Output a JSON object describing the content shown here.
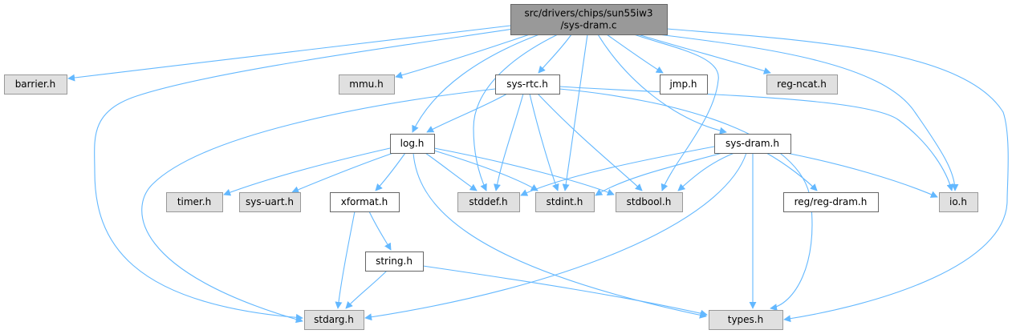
{
  "diagram": {
    "type": "include-dependency-graph",
    "colors": {
      "edge": "#63b8ff",
      "root_fill": "#999999",
      "root_border": "#666666",
      "documented_fill": "#ffffff",
      "documented_border": "#666666",
      "external_fill": "#e0e0e0",
      "external_border": "#999999"
    },
    "nodes": [
      {
        "id": "root",
        "label_lines": [
          "src/drivers/chips/sun55iw3",
          "/sys-dram.c"
        ],
        "kind": "root"
      },
      {
        "id": "barrier",
        "label_lines": [
          "barrier.h"
        ],
        "kind": "external"
      },
      {
        "id": "mmu",
        "label_lines": [
          "mmu.h"
        ],
        "kind": "external"
      },
      {
        "id": "sysrtc",
        "label_lines": [
          "sys-rtc.h"
        ],
        "kind": "documented"
      },
      {
        "id": "jmp",
        "label_lines": [
          "jmp.h"
        ],
        "kind": "documented"
      },
      {
        "id": "regncat",
        "label_lines": [
          "reg-ncat.h"
        ],
        "kind": "external"
      },
      {
        "id": "log",
        "label_lines": [
          "log.h"
        ],
        "kind": "documented"
      },
      {
        "id": "sysdram",
        "label_lines": [
          "sys-dram.h"
        ],
        "kind": "documented"
      },
      {
        "id": "timer",
        "label_lines": [
          "timer.h"
        ],
        "kind": "external"
      },
      {
        "id": "sysuart",
        "label_lines": [
          "sys-uart.h"
        ],
        "kind": "external"
      },
      {
        "id": "xformat",
        "label_lines": [
          "xformat.h"
        ],
        "kind": "documented"
      },
      {
        "id": "stddef",
        "label_lines": [
          "stddef.h"
        ],
        "kind": "external"
      },
      {
        "id": "stdint",
        "label_lines": [
          "stdint.h"
        ],
        "kind": "external"
      },
      {
        "id": "stdbool",
        "label_lines": [
          "stdbool.h"
        ],
        "kind": "external"
      },
      {
        "id": "regdram",
        "label_lines": [
          "reg/reg-dram.h"
        ],
        "kind": "documented"
      },
      {
        "id": "io",
        "label_lines": [
          "io.h"
        ],
        "kind": "external"
      },
      {
        "id": "string",
        "label_lines": [
          "string.h"
        ],
        "kind": "documented"
      },
      {
        "id": "stdarg",
        "label_lines": [
          "stdarg.h"
        ],
        "kind": "external"
      },
      {
        "id": "types",
        "label_lines": [
          "types.h"
        ],
        "kind": "external"
      }
    ],
    "edges": [
      {
        "from": "root",
        "to": "barrier"
      },
      {
        "from": "root",
        "to": "stdarg"
      },
      {
        "from": "root",
        "to": "mmu"
      },
      {
        "from": "root",
        "to": "log"
      },
      {
        "from": "root",
        "to": "stddef"
      },
      {
        "from": "root",
        "to": "sysrtc"
      },
      {
        "from": "root",
        "to": "stdint"
      },
      {
        "from": "root",
        "to": "jmp"
      },
      {
        "from": "root",
        "to": "sysdram"
      },
      {
        "from": "root",
        "to": "stdbool"
      },
      {
        "from": "root",
        "to": "regncat"
      },
      {
        "from": "root",
        "to": "io"
      },
      {
        "from": "root",
        "to": "types"
      },
      {
        "from": "sysrtc",
        "to": "log"
      },
      {
        "from": "sysrtc",
        "to": "stdarg"
      },
      {
        "from": "sysrtc",
        "to": "stddef"
      },
      {
        "from": "sysrtc",
        "to": "stdint"
      },
      {
        "from": "sysrtc",
        "to": "stdbool"
      },
      {
        "from": "sysrtc",
        "to": "io"
      },
      {
        "from": "sysrtc",
        "to": "types"
      },
      {
        "from": "log",
        "to": "timer"
      },
      {
        "from": "log",
        "to": "sysuart"
      },
      {
        "from": "log",
        "to": "xformat"
      },
      {
        "from": "log",
        "to": "stddef"
      },
      {
        "from": "log",
        "to": "stdint"
      },
      {
        "from": "log",
        "to": "stdbool"
      },
      {
        "from": "log",
        "to": "types"
      },
      {
        "from": "sysdram",
        "to": "stddef"
      },
      {
        "from": "sysdram",
        "to": "stdint"
      },
      {
        "from": "sysdram",
        "to": "stdbool"
      },
      {
        "from": "sysdram",
        "to": "regdram"
      },
      {
        "from": "sysdram",
        "to": "io"
      },
      {
        "from": "sysdram",
        "to": "stdarg"
      },
      {
        "from": "sysdram",
        "to": "types"
      },
      {
        "from": "xformat",
        "to": "string"
      },
      {
        "from": "xformat",
        "to": "stdarg"
      },
      {
        "from": "string",
        "to": "stdarg"
      },
      {
        "from": "string",
        "to": "types"
      }
    ]
  }
}
